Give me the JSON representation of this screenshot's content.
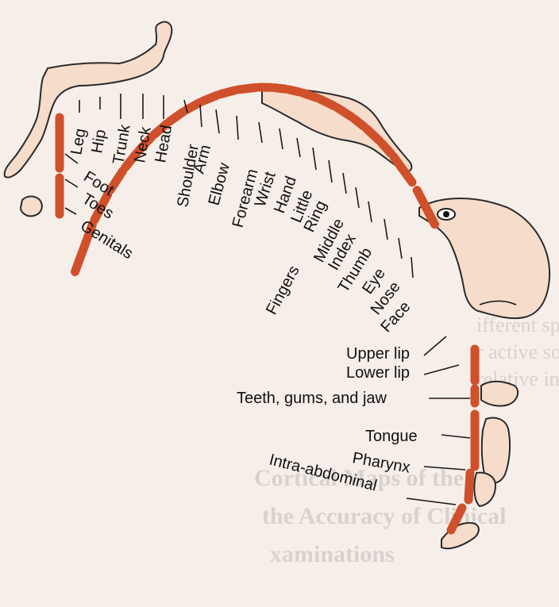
{
  "diagram": {
    "labels": [
      "Leg",
      "Hip",
      "Trunk",
      "Neck",
      "Head",
      "Shoulder",
      "Arm",
      "Elbow",
      "Forearm",
      "Wrist",
      "Hand",
      "Little",
      "Ring",
      "Middle",
      "Index",
      "Thumb",
      "Fingers",
      "Eye",
      "Nose",
      "Face",
      "Foot",
      "Toes",
      "Genitals",
      "Upper lip",
      "Lower lip",
      "Teeth, gums, and jaw",
      "Tongue",
      "Pharynx",
      "Intra-abdominal"
    ]
  },
  "background_bleed": {
    "line1": "ifferent species rely on different par",
    "line2": "r active somatosensory information. Th",
    "line3": "relative importance of body regions in",
    "line4": "Cortical Maps of the",
    "line5": "the Accuracy of Clinical",
    "line6": "xaminations"
  },
  "colors": {
    "cortex_segment": "#d0502c",
    "skin": "#f5dccb",
    "label_text": "#111111",
    "page": "#f6eee9"
  }
}
